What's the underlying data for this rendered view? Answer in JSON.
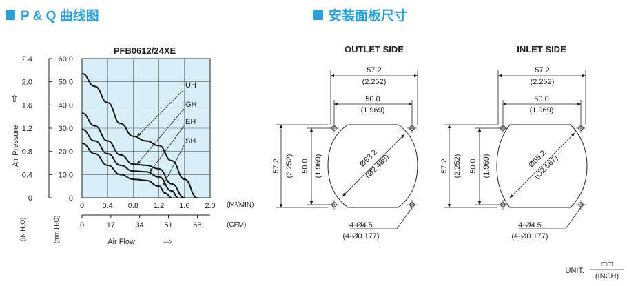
{
  "headings": {
    "pq": "P & Q 曲线图",
    "panel": "安装面板尺寸"
  },
  "colors": {
    "accent": "#2aa0d8",
    "plot_bg": "#d8eef8",
    "curve": "#111111"
  },
  "chart_data": {
    "type": "line",
    "title": "PFB0612/24XE",
    "xlabel": "Air Flow",
    "ylabel": "Air Pressure",
    "arrow_up": "⇧",
    "arrow_right": "⇨",
    "x_unit": "(M³/MIN)",
    "x_unit2": "(CFM)",
    "y_unit_inh2o": "(IN H₂O)",
    "y_unit_mmh2o": "(mm H₂O)",
    "xlim": [
      0,
      2.0
    ],
    "ylim": [
      0,
      60
    ],
    "x_ticks": [
      "0",
      "0.4",
      "0.8",
      "1.2",
      "1.6",
      "2.0"
    ],
    "x_ticks_cfm": [
      "0",
      "17",
      "34",
      "51",
      "68"
    ],
    "y_ticks_mm": [
      "60.0",
      "50.0",
      "40.0",
      "30.0",
      "20.0",
      "10.0",
      "0"
    ],
    "y_ticks_in": [
      "2.4",
      "2.0",
      "1.6",
      "1.2",
      "0.8",
      "0.4",
      "0"
    ],
    "series": [
      {
        "name": "UH",
        "points": [
          [
            0,
            53.5
          ],
          [
            0.2,
            48
          ],
          [
            0.4,
            41
          ],
          [
            0.6,
            32
          ],
          [
            0.8,
            26.5
          ],
          [
            1.0,
            24.5
          ],
          [
            1.2,
            22.5
          ],
          [
            1.4,
            16
          ],
          [
            1.6,
            8
          ],
          [
            1.8,
            0
          ]
        ]
      },
      {
        "name": "GH",
        "points": [
          [
            0,
            36.5
          ],
          [
            0.2,
            31
          ],
          [
            0.4,
            24.5
          ],
          [
            0.6,
            18.5
          ],
          [
            0.8,
            14.5
          ],
          [
            1.0,
            14
          ],
          [
            1.2,
            12.5
          ],
          [
            1.4,
            6
          ],
          [
            1.6,
            0
          ]
        ]
      },
      {
        "name": "EH",
        "points": [
          [
            0,
            29.5
          ],
          [
            0.2,
            24.5
          ],
          [
            0.4,
            19
          ],
          [
            0.6,
            14
          ],
          [
            0.8,
            11.5
          ],
          [
            1.0,
            11.2
          ],
          [
            1.2,
            9
          ],
          [
            1.4,
            3
          ],
          [
            1.5,
            0
          ]
        ]
      },
      {
        "name": "SH",
        "points": [
          [
            0,
            23.5
          ],
          [
            0.2,
            19
          ],
          [
            0.4,
            14
          ],
          [
            0.6,
            10
          ],
          [
            0.8,
            8
          ],
          [
            1.0,
            7.5
          ],
          [
            1.2,
            5
          ],
          [
            1.3,
            2
          ],
          [
            1.4,
            0
          ]
        ]
      }
    ]
  },
  "outlet": {
    "title": "OUTLET SIDE",
    "overall_mm": "57.2",
    "overall_in": "(2.252)",
    "hole_mm": "50.0",
    "hole_in": "(1.969)",
    "diameter_mm": "Ø63.2",
    "diameter_in": "(Ø2.488)",
    "holes_mm": "4-Ø4.5",
    "holes_in": "(4-Ø0.177)"
  },
  "inlet": {
    "title": "INLET SIDE",
    "overall_mm": "57.2",
    "overall_in": "(2.252)",
    "hole_mm": "50.0",
    "hole_in": "(1.969)",
    "diameter_mm": "Ø65.2",
    "diameter_in": "(Ø2.567)",
    "holes_mm": "4-Ø4.5",
    "holes_in": "(4-Ø0.177)"
  },
  "unit": {
    "label": "UNIT:",
    "numerator": "mm",
    "denominator": "(INCH)"
  }
}
